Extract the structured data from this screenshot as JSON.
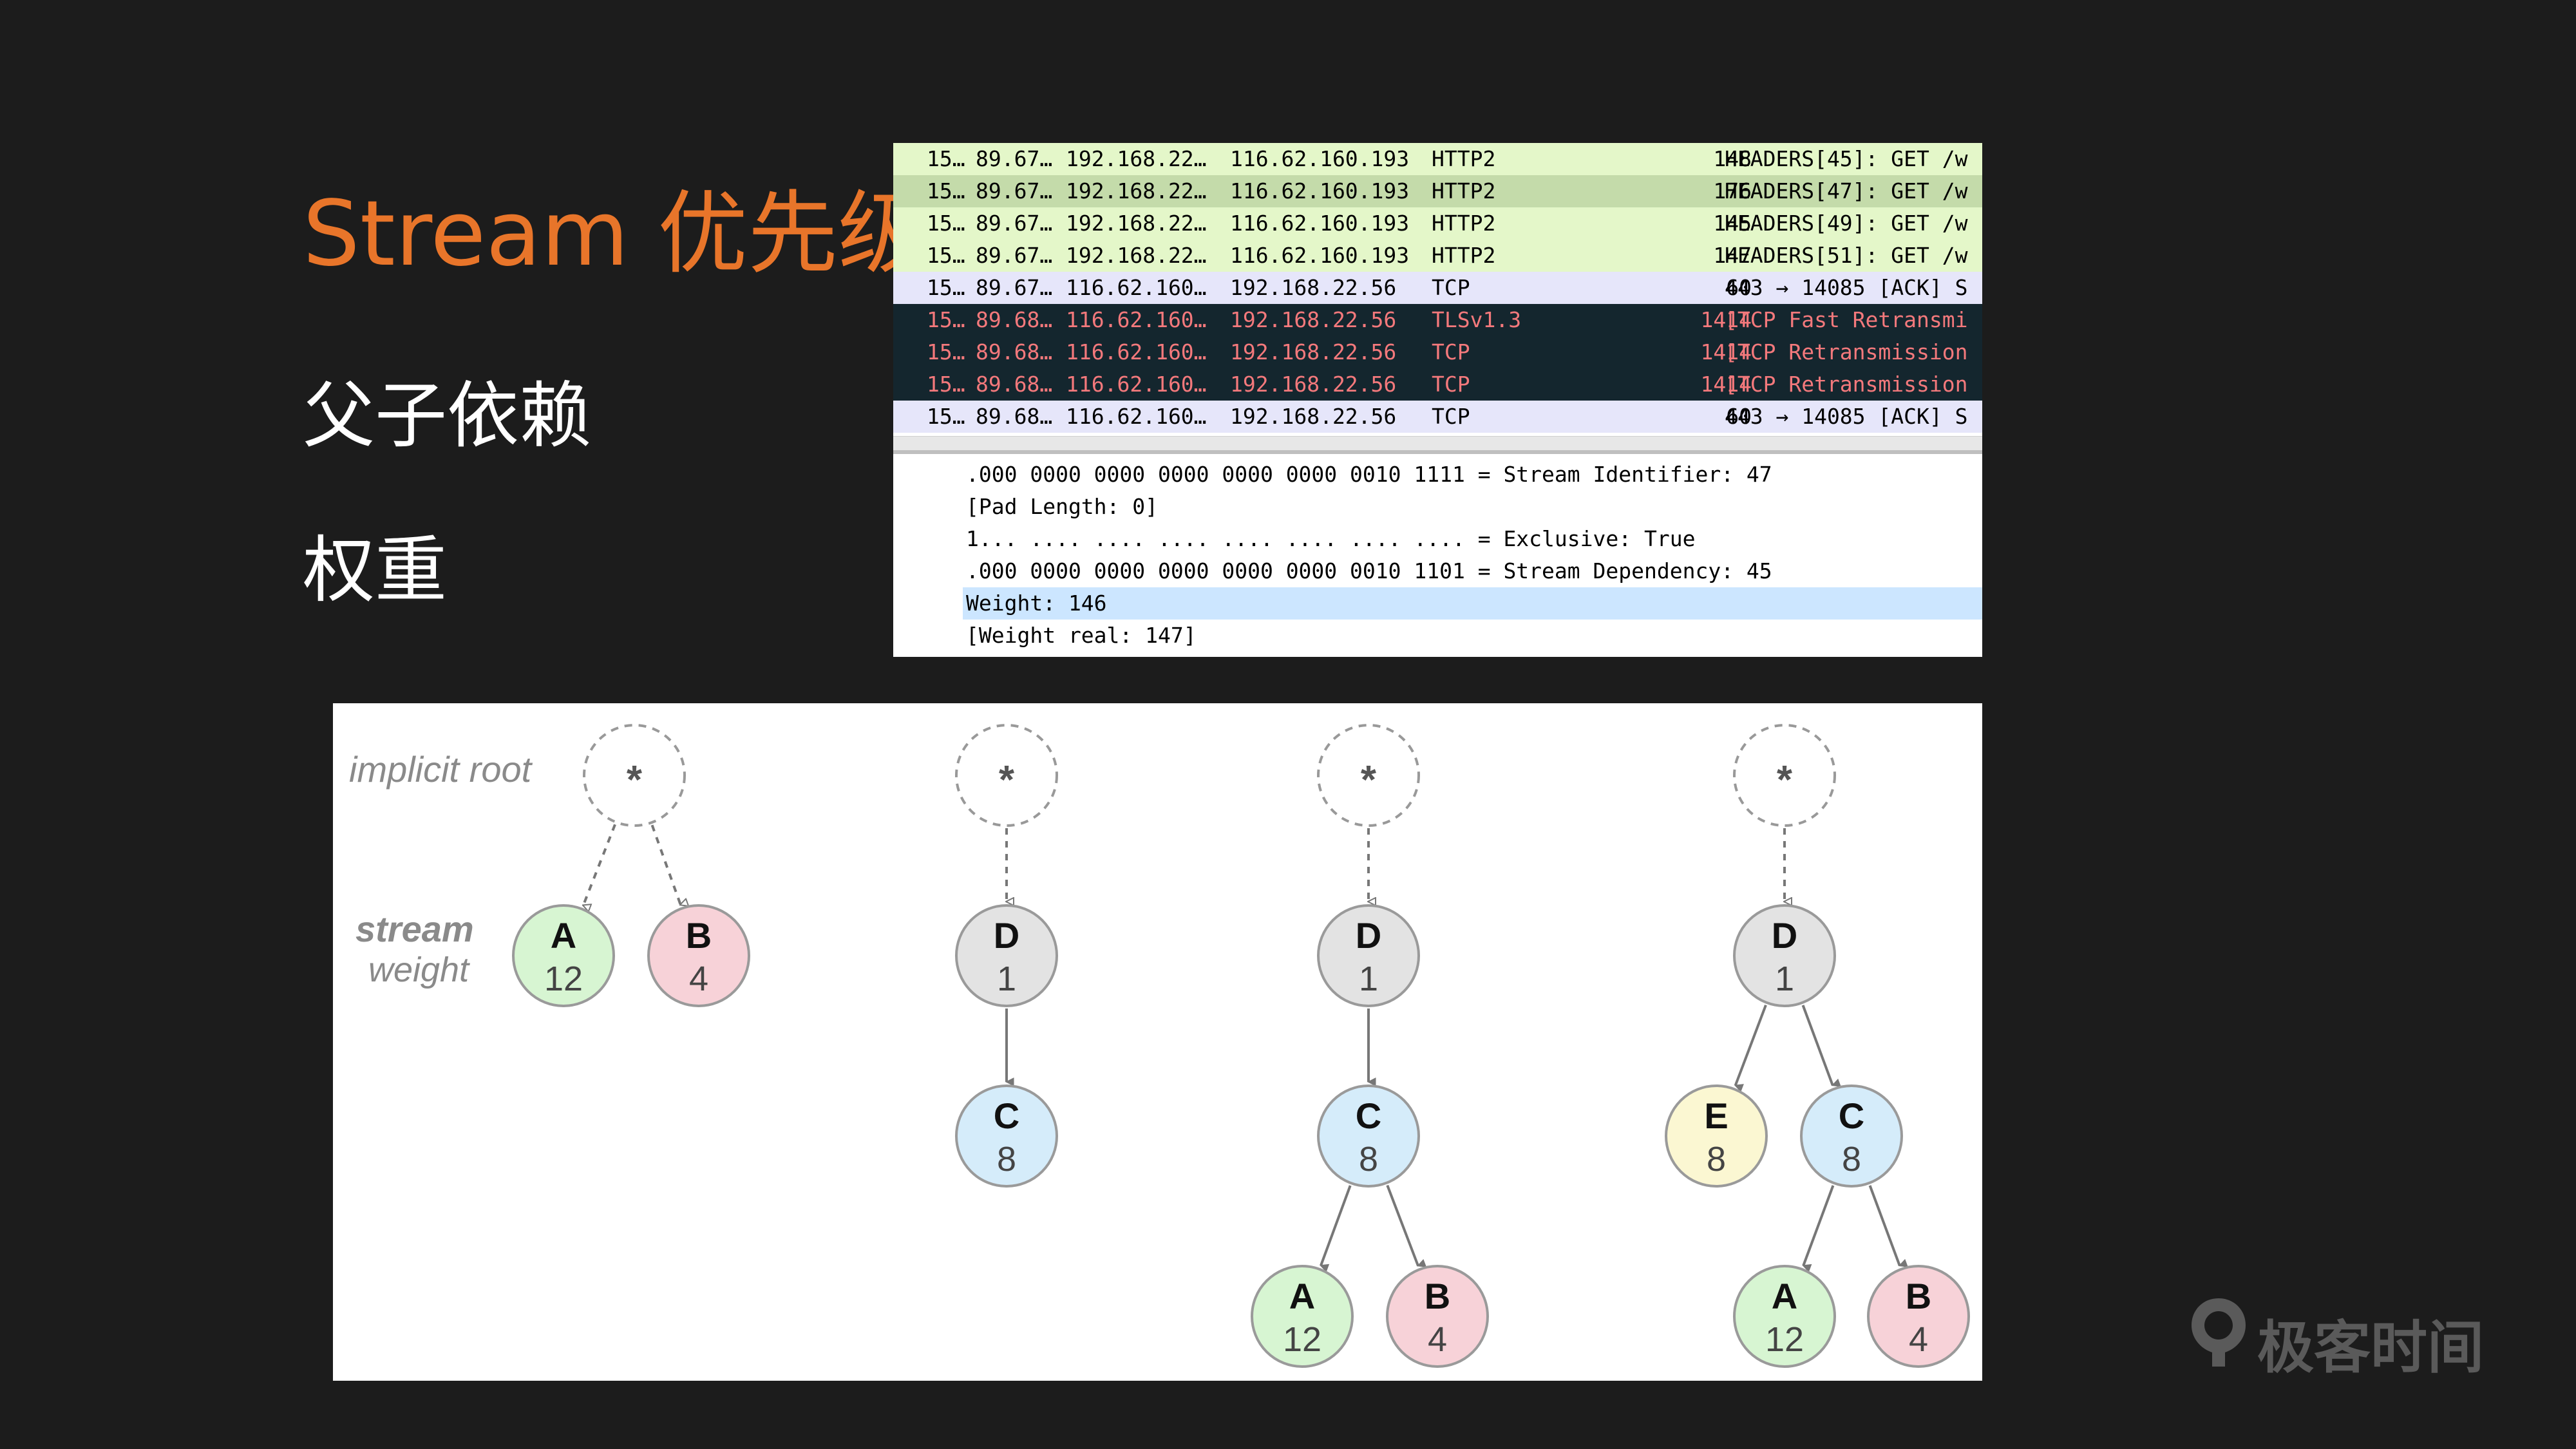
{
  "slide": {
    "title": "Stream 优先级",
    "bullets": [
      "父子依赖",
      "权重"
    ]
  },
  "packet_list": {
    "rows": [
      {
        "no": "15…",
        "time": "89.67…",
        "src": "192.168.22…",
        "dst": "116.62.160.193",
        "proto": "HTTP2",
        "len": "148",
        "info": "HEADERS[45]: GET /w",
        "style": "green"
      },
      {
        "no": "15…",
        "time": "89.67…",
        "src": "192.168.22…",
        "dst": "116.62.160.193",
        "proto": "HTTP2",
        "len": "176",
        "info": "HEADERS[47]: GET /w",
        "style": "selected"
      },
      {
        "no": "15…",
        "time": "89.67…",
        "src": "192.168.22…",
        "dst": "116.62.160.193",
        "proto": "HTTP2",
        "len": "145",
        "info": "HEADERS[49]: GET /w",
        "style": "green"
      },
      {
        "no": "15…",
        "time": "89.67…",
        "src": "192.168.22…",
        "dst": "116.62.160.193",
        "proto": "HTTP2",
        "len": "147",
        "info": "HEADERS[51]: GET /w",
        "style": "green"
      },
      {
        "no": "15…",
        "time": "89.67…",
        "src": "116.62.160…",
        "dst": "192.168.22.56",
        "proto": "TCP",
        "len": "60",
        "info": "443 → 14085 [ACK] S",
        "style": "lav"
      },
      {
        "no": "15…",
        "time": "89.68…",
        "src": "116.62.160…",
        "dst": "192.168.22.56",
        "proto": "TLSv1.3",
        "len": "1414",
        "info": "[TCP Fast Retransmi",
        "style": "dark"
      },
      {
        "no": "15…",
        "time": "89.68…",
        "src": "116.62.160…",
        "dst": "192.168.22.56",
        "proto": "TCP",
        "len": "1414",
        "info": "[TCP Retransmission",
        "style": "dark"
      },
      {
        "no": "15…",
        "time": "89.68…",
        "src": "116.62.160…",
        "dst": "192.168.22.56",
        "proto": "TCP",
        "len": "1414",
        "info": "[TCP Retransmission",
        "style": "dark"
      },
      {
        "no": "15…",
        "time": "89.68…",
        "src": "116.62.160…",
        "dst": "192.168.22.56",
        "proto": "TCP",
        "len": "60",
        "info": "443 → 14085 [ACK] S",
        "style": "lav"
      }
    ]
  },
  "packet_details": {
    "lines": [
      ".000 0000 0000 0000 0000 0000 0010 1111 = Stream Identifier: 47",
      "[Pad Length: 0]",
      "1... .... .... .... .... .... .... .... = Exclusive: True",
      ".000 0000 0000 0000 0000 0000 0010 1101 = Stream Dependency: 45",
      "Weight: 146",
      "[Weight real: 147]"
    ],
    "highlighted_index": 4
  },
  "diagram": {
    "implicit_root_label": "implicit root",
    "stream_label": "stream",
    "weight_label": "weight",
    "root_symbol": "*",
    "colors": {
      "green": "#d7f5d2",
      "pink": "#f7d2d8",
      "gray": "#e3e3e3",
      "blue": "#d5ecfa",
      "yellow": "#fbf7d2"
    },
    "trees": [
      {
        "nodes": [
          {
            "id": "A",
            "weight": "12",
            "color": "green"
          },
          {
            "id": "B",
            "weight": "4",
            "color": "pink"
          }
        ]
      },
      {
        "nodes": [
          {
            "id": "D",
            "weight": "1",
            "color": "gray"
          },
          {
            "id": "C",
            "weight": "8",
            "color": "blue"
          }
        ]
      },
      {
        "nodes": [
          {
            "id": "D",
            "weight": "1",
            "color": "gray"
          },
          {
            "id": "C",
            "weight": "8",
            "color": "blue"
          },
          {
            "id": "A",
            "weight": "12",
            "color": "green"
          },
          {
            "id": "B",
            "weight": "4",
            "color": "pink"
          }
        ]
      },
      {
        "nodes": [
          {
            "id": "D",
            "weight": "1",
            "color": "gray"
          },
          {
            "id": "E",
            "weight": "8",
            "color": "yellow"
          },
          {
            "id": "C",
            "weight": "8",
            "color": "blue"
          },
          {
            "id": "A",
            "weight": "12",
            "color": "green"
          },
          {
            "id": "B",
            "weight": "4",
            "color": "pink"
          }
        ]
      }
    ]
  },
  "logo": {
    "text": "极客时间",
    "icon": "geektime-logo-icon"
  }
}
